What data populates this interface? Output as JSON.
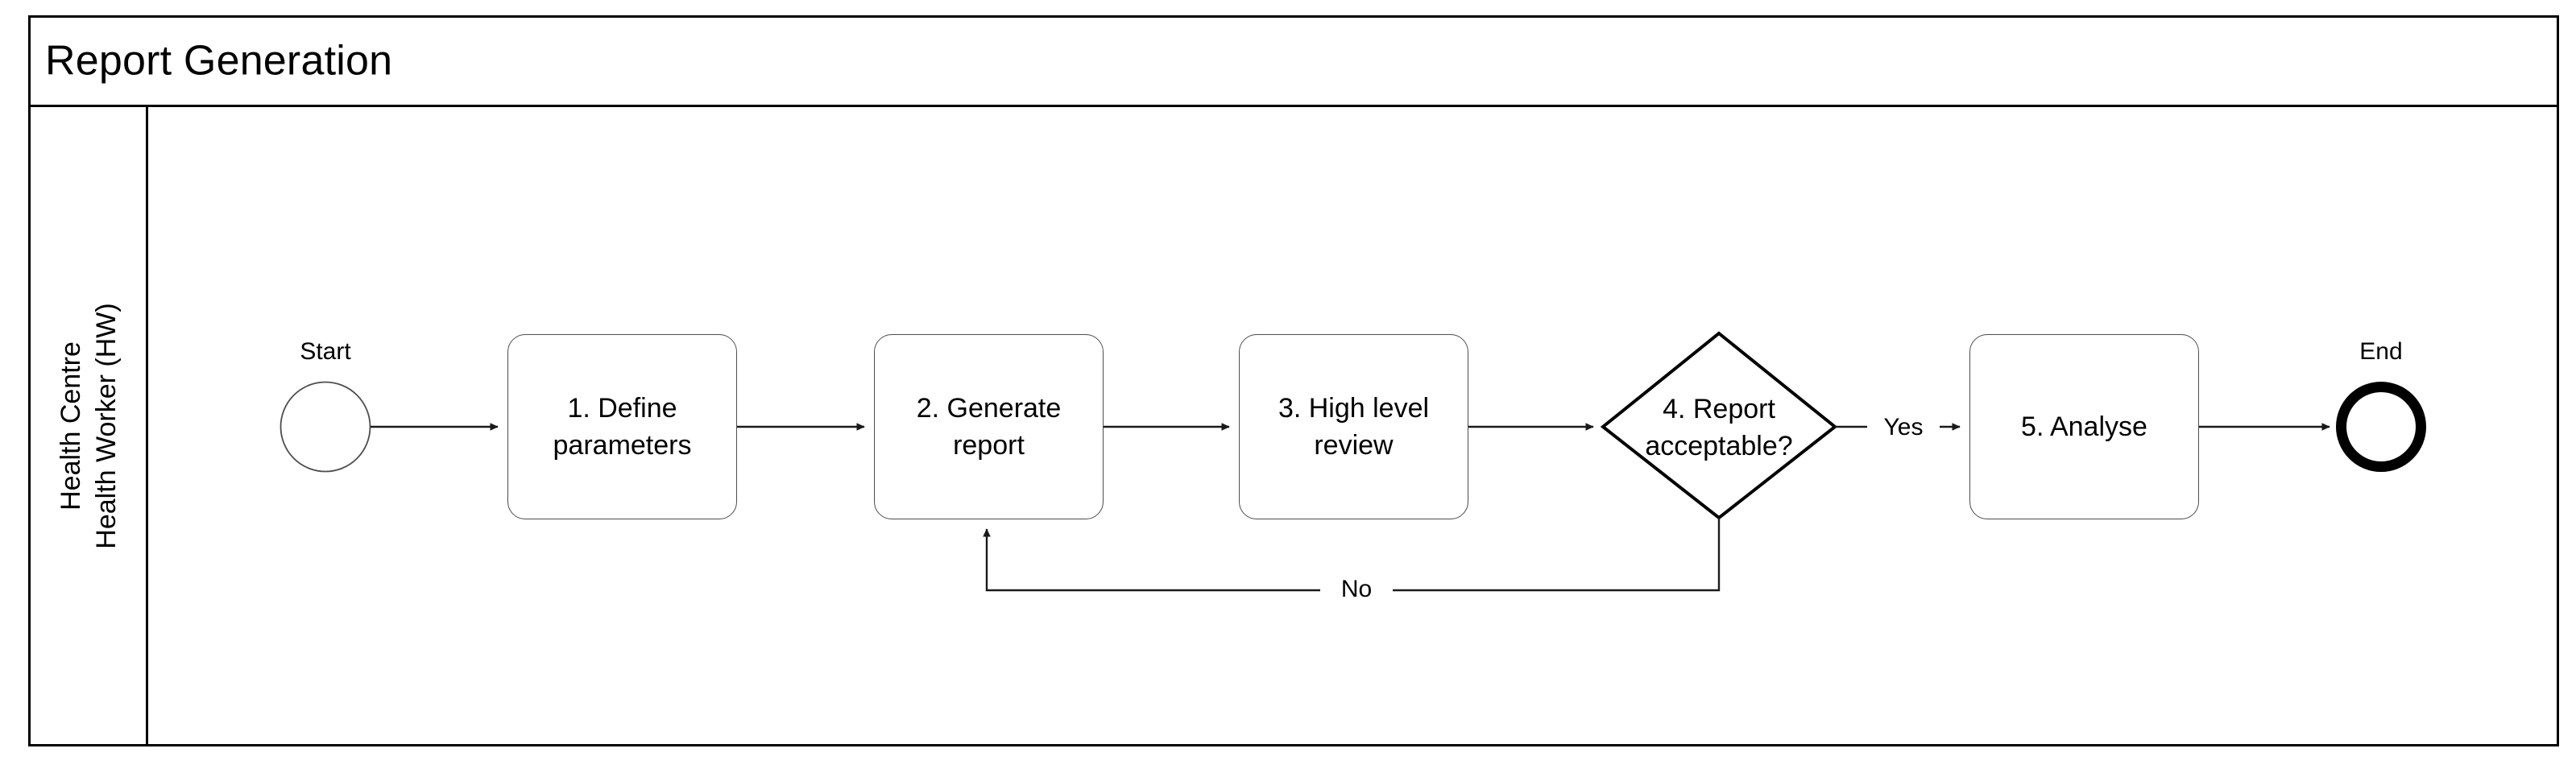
{
  "pool": {
    "title": "Report Generation"
  },
  "lane": {
    "label_line1": "Health Centre",
    "label_line2": "Health Worker (HW)"
  },
  "diagram": {
    "type": "bpmn-flowchart",
    "start_event": {
      "name": "start-event",
      "label": "Start",
      "shape": "circle-thin"
    },
    "end_event": {
      "name": "end-event",
      "label": "End",
      "shape": "circle-thick"
    },
    "tasks": [
      {
        "id": "task-1",
        "line1": "1. Define",
        "line2": "parameters"
      },
      {
        "id": "task-2",
        "line1": "2. Generate",
        "line2": "report"
      },
      {
        "id": "task-3",
        "line1": "3. High level",
        "line2": "review"
      },
      {
        "id": "task-5",
        "line1": "5. Analyse",
        "line2": ""
      }
    ],
    "gateway": {
      "id": "gateway-4",
      "line1": "4. Report",
      "line2": "acceptable?",
      "shape": "diamond"
    },
    "edge_labels": {
      "yes": "Yes",
      "no": "No"
    }
  },
  "colors": {
    "frame": "#000000",
    "task_border": "#4d4d4d",
    "connector": "#1a1a1a",
    "gateway_border": "#000000",
    "background": "#ffffff"
  }
}
